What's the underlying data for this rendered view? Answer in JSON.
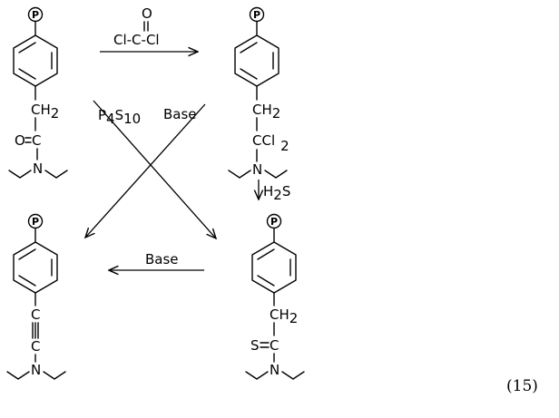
{
  "polymer_label": "P",
  "reagents": {
    "phosgene_top": "O",
    "phosgene_bottom": "Cl-C-Cl",
    "p4s10": "P",
    "p4s10_sub": "4",
    "p4s10_s": "S",
    "p4s10_s_sub": "10",
    "base_diag": "Base",
    "base_bottom": "Base",
    "h2s": "H",
    "h2s_sub": "2",
    "h2s_s": "S"
  },
  "structure_tl": {
    "ch2": "CH",
    "ch2_sub": "2",
    "o": "O",
    "c": "C",
    "n": "N"
  },
  "structure_tr": {
    "ch2": "CH",
    "ch2_sub": "2",
    "ccl2": "CCl",
    "ccl2_sub": "2",
    "n": "N"
  },
  "structure_bl": {
    "c1": "C",
    "c2": "C",
    "n": "N"
  },
  "structure_br": {
    "ch2": "CH",
    "ch2_sub": "2",
    "s": "S",
    "c": "C",
    "n": "N"
  },
  "equation_number": "(15)"
}
